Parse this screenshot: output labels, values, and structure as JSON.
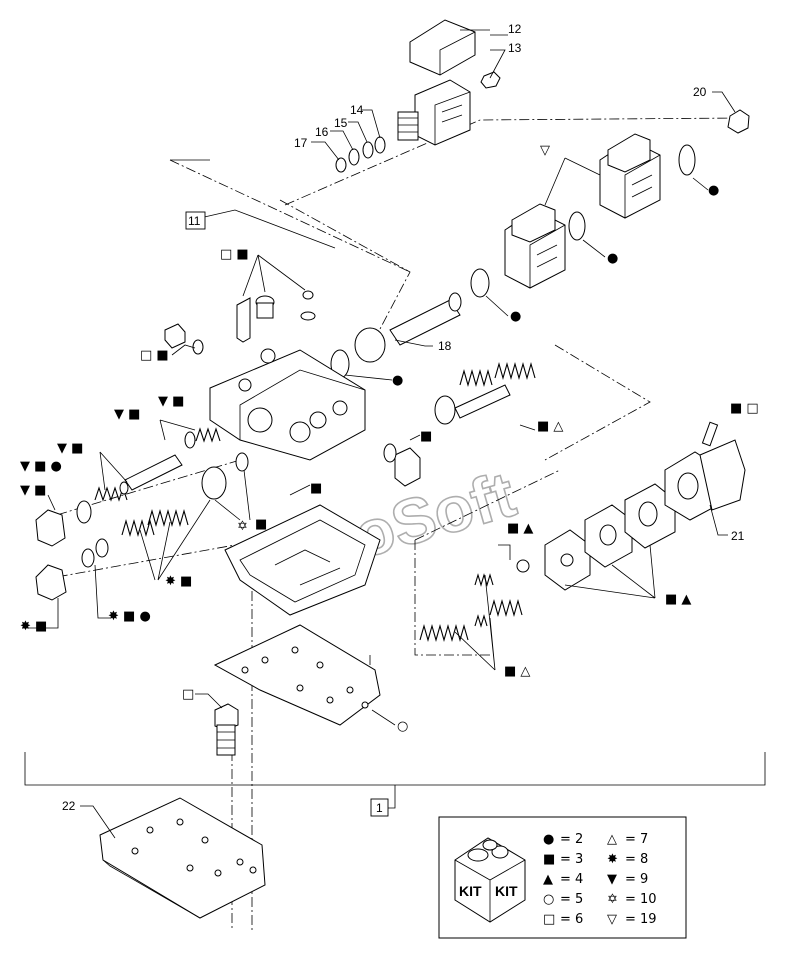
{
  "callouts": {
    "c1": "1",
    "c11": "11",
    "c12": "12",
    "c13": "13",
    "c14": "14",
    "c15": "15",
    "c16": "16",
    "c17": "17",
    "c18": "18",
    "c20": "20",
    "c21": "21",
    "c22": "22"
  },
  "markers": {
    "m_square_open_fill_top": "□ ■",
    "m_square_open_fill_left": "□ ■",
    "m_tri_down_sq_a": "▼ ■",
    "m_tri_down_sq_b": "▼ ■",
    "m_tri_down_sq_c": "▼ ■",
    "m_tri_down_sq_circle": "▼ ■ ●",
    "m_tri_down_sq_d": "▼ ■",
    "m_sq_mid": "■",
    "m_sq_star_open": "■",
    "m_star_sq_a": "✸ ■",
    "m_star_sq_b": "✸ ■",
    "m_star_sq_circle": "✸ ■ ●",
    "m_sq_open_tri": "■ △",
    "m_sq_mid2": "■",
    "m_sq_tri_up_a": "■ ▲",
    "m_sq_tri_up_b": "■ ▲",
    "m_sq_open_tri_b": "■ △",
    "m_sq_open_sq_r": "■ □",
    "m_open_sq": "□",
    "m_open_circle": "○",
    "m_tri_down_open": "▽",
    "m_star_open": "✡",
    "m_dot_a": "●",
    "m_dot_b": "●",
    "m_dot_c": "●",
    "m_dot_d": "●"
  },
  "watermark": "AutoSoft",
  "legend": {
    "kit_word_a": "KIT",
    "kit_word_b": "KIT",
    "rows": [
      {
        "sym": "●",
        "eq": "= 2",
        "sym2": "△",
        "eq2": "= 7"
      },
      {
        "sym": "■",
        "eq": "= 3",
        "sym2": "✸",
        "eq2": "= 8"
      },
      {
        "sym": "▲",
        "eq": "= 4",
        "sym2": "▼",
        "eq2": "= 9"
      },
      {
        "sym": "○",
        "eq": "= 5",
        "sym2": "✡",
        "eq2": "= 10"
      },
      {
        "sym": "□",
        "eq": "= 6",
        "sym2": "▽",
        "eq2": "= 19"
      }
    ]
  }
}
